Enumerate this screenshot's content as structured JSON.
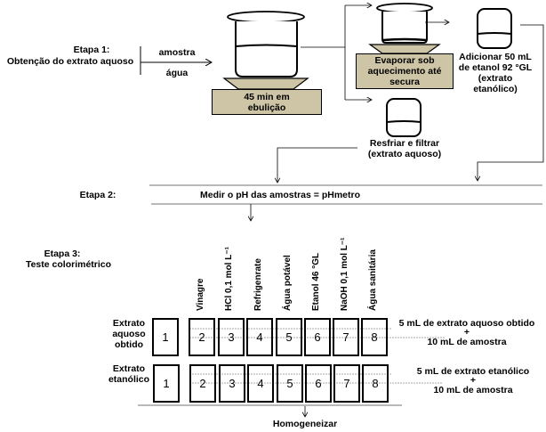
{
  "etapa1": {
    "title": "Etapa 1:",
    "subtitle": "Obtenção do extrato aquoso",
    "input_top": "amostra",
    "input_bottom": "água",
    "heating_label_line1": "45 min em",
    "heating_label_line2": "ebulição",
    "evaporate_line1": "Evaporar sob",
    "evaporate_line2": "aquecimento até",
    "evaporate_line3": "secura",
    "ethanol_line1": "Adicionar 50 mL",
    "ethanol_line2": "de etanol 92 °GL",
    "ethanol_line3": "(extrato",
    "ethanol_line4": "etanólico)",
    "filter_line1": "Resfriar e filtrar",
    "filter_line2": "(extrato aquoso)"
  },
  "etapa2": {
    "title": "Etapa 2:",
    "description": "Medir o pH das amostras = pHmetro"
  },
  "etapa3": {
    "title": "Etapa 3:",
    "subtitle": "Teste colorimétrico",
    "samples": [
      "Vinagre",
      "HCl 0,1 mol L⁻¹",
      "Refrigenrate",
      "Água potável",
      "Etanol 46 °GL",
      "NaOH 0,1 mol L⁻¹",
      "Água sanitária"
    ],
    "rows": [
      {
        "label_line1": "Extrato",
        "label_line2": "aquoso",
        "label_line3": "obtido",
        "tubes": [
          "1",
          "2",
          "3",
          "4",
          "5",
          "6",
          "7",
          "8"
        ],
        "note_line1": "5 mL de extrato aquoso obtido",
        "note_plus": "+",
        "note_line2": "10 mL de amostra"
      },
      {
        "label_line1": "Extrato",
        "label_line2": "etanólico",
        "tubes": [
          "1",
          "2",
          "3",
          "4",
          "5",
          "6",
          "7",
          "8"
        ],
        "note_line1": "5 mL de extrato etanólico",
        "note_plus": "+",
        "note_line2": "10 mL de amostra"
      }
    ],
    "final_step": "Homogeneizar"
  }
}
